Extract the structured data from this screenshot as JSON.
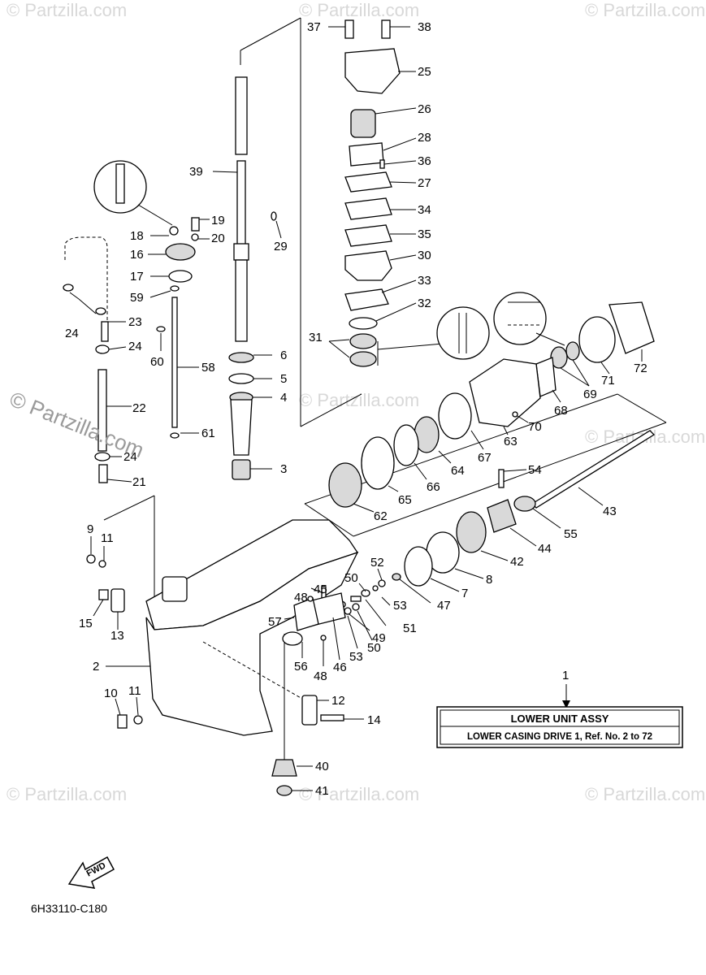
{
  "watermarks": [
    "© Partzilla.com",
    "© Partzilla.com",
    "© Partzilla.com",
    "© Partzilla.com",
    "© Partzilla.com",
    "© Partzilla.com",
    "© Partzilla.com",
    "© Partzilla.com"
  ],
  "overlay_watermark": "© Partzilla.com",
  "assembly_box": {
    "number": "1",
    "title": "LOWER UNIT ASSY",
    "subtitle": "LOWER CASING DRIVE 1, Ref. No. 2 to 72"
  },
  "fwd_label": "FWD",
  "diagram_code": "6H33110-C180",
  "callouts": [
    {
      "id": "c37",
      "text": "37"
    },
    {
      "id": "c38",
      "text": "38"
    },
    {
      "id": "c25",
      "text": "25"
    },
    {
      "id": "c26",
      "text": "26"
    },
    {
      "id": "c28",
      "text": "28"
    },
    {
      "id": "c36",
      "text": "36"
    },
    {
      "id": "c27",
      "text": "27"
    },
    {
      "id": "c34",
      "text": "34"
    },
    {
      "id": "c35",
      "text": "35"
    },
    {
      "id": "c30",
      "text": "30"
    },
    {
      "id": "c33",
      "text": "33"
    },
    {
      "id": "c32",
      "text": "32"
    },
    {
      "id": "c31",
      "text": "31"
    },
    {
      "id": "c39",
      "text": "39"
    },
    {
      "id": "c29",
      "text": "29"
    },
    {
      "id": "c19",
      "text": "19"
    },
    {
      "id": "c18",
      "text": "18"
    },
    {
      "id": "c20",
      "text": "20"
    },
    {
      "id": "c16",
      "text": "16"
    },
    {
      "id": "c17",
      "text": "17"
    },
    {
      "id": "c59",
      "text": "59"
    },
    {
      "id": "c23",
      "text": "23"
    },
    {
      "id": "c24a",
      "text": "24"
    },
    {
      "id": "c24b",
      "text": "24"
    },
    {
      "id": "c60",
      "text": "60"
    },
    {
      "id": "c58",
      "text": "58"
    },
    {
      "id": "c6",
      "text": "6"
    },
    {
      "id": "c5",
      "text": "5"
    },
    {
      "id": "c4",
      "text": "4"
    },
    {
      "id": "c22",
      "text": "22"
    },
    {
      "id": "c61",
      "text": "61"
    },
    {
      "id": "c24c",
      "text": "24"
    },
    {
      "id": "c3",
      "text": "3"
    },
    {
      "id": "c21",
      "text": "21"
    },
    {
      "id": "c72",
      "text": "72"
    },
    {
      "id": "c71",
      "text": "71"
    },
    {
      "id": "c69",
      "text": "69"
    },
    {
      "id": "c68",
      "text": "68"
    },
    {
      "id": "c70",
      "text": "70"
    },
    {
      "id": "c63",
      "text": "63"
    },
    {
      "id": "c67",
      "text": "67"
    },
    {
      "id": "c64",
      "text": "64"
    },
    {
      "id": "c66",
      "text": "66"
    },
    {
      "id": "c65",
      "text": "65"
    },
    {
      "id": "c62",
      "text": "62"
    },
    {
      "id": "c54",
      "text": "54"
    },
    {
      "id": "c43",
      "text": "43"
    },
    {
      "id": "c55",
      "text": "55"
    },
    {
      "id": "c44",
      "text": "44"
    },
    {
      "id": "c42",
      "text": "42"
    },
    {
      "id": "c8",
      "text": "8"
    },
    {
      "id": "c7",
      "text": "7"
    },
    {
      "id": "c47",
      "text": "47"
    },
    {
      "id": "c52",
      "text": "52"
    },
    {
      "id": "c53a",
      "text": "53"
    },
    {
      "id": "c50a",
      "text": "50"
    },
    {
      "id": "c51",
      "text": "51"
    },
    {
      "id": "c49",
      "text": "49"
    },
    {
      "id": "c45",
      "text": "45"
    },
    {
      "id": "c48a",
      "text": "48"
    },
    {
      "id": "c57",
      "text": "57"
    },
    {
      "id": "c53b",
      "text": "53"
    },
    {
      "id": "c50b",
      "text": "50"
    },
    {
      "id": "c46",
      "text": "46"
    },
    {
      "id": "c48b",
      "text": "48"
    },
    {
      "id": "c56",
      "text": "56"
    },
    {
      "id": "c9",
      "text": "9"
    },
    {
      "id": "c11a",
      "text": "11"
    },
    {
      "id": "c15",
      "text": "15"
    },
    {
      "id": "c13",
      "text": "13"
    },
    {
      "id": "c2",
      "text": "2"
    },
    {
      "id": "c10",
      "text": "10"
    },
    {
      "id": "c11b",
      "text": "11"
    },
    {
      "id": "c12",
      "text": "12"
    },
    {
      "id": "c14",
      "text": "14"
    },
    {
      "id": "c40",
      "text": "40"
    },
    {
      "id": "c41",
      "text": "41"
    }
  ]
}
